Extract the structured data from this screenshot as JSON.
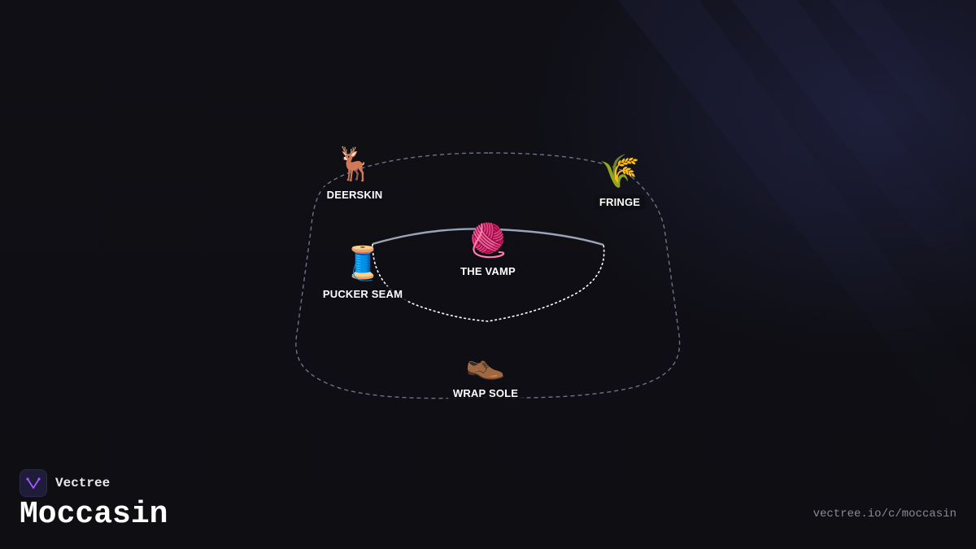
{
  "brand": {
    "name": "Vectree",
    "logo_icon": "vectree-logo-icon",
    "accent": "#a259ff"
  },
  "page": {
    "title": "Moccasin",
    "url": "vectree.io/c/moccasin"
  },
  "diagram": {
    "colors": {
      "outline": "#6b7385",
      "vamp_top": "#9aa4b8",
      "vamp_stitch": "#ffffff",
      "background": "#0f0f14"
    },
    "nodes": {
      "deerskin": {
        "label": "DEERSKIN",
        "emoji": "🦌",
        "icon": "deer-icon"
      },
      "fringe": {
        "label": "FRINGE",
        "emoji": "🌾",
        "icon": "wheat-sheaf-icon"
      },
      "vamp": {
        "label": "THE VAMP",
        "emoji": "🧶",
        "icon": "yarn-ball-icon"
      },
      "pucker_seam": {
        "label": "PUCKER SEAM",
        "emoji": "🧵",
        "icon": "thread-spool-icon"
      },
      "wrap_sole": {
        "label": "WRAP SOLE",
        "emoji": "👞",
        "icon": "shoe-icon"
      }
    }
  }
}
